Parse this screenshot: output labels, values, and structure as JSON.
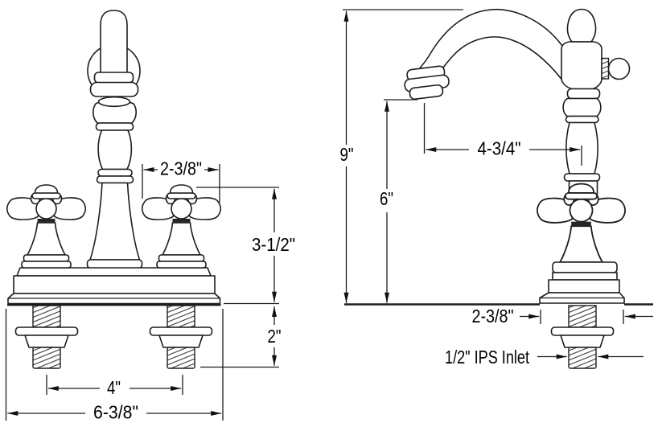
{
  "drawing": {
    "background_color": "#ffffff",
    "line_color": "#1d1d1d",
    "text_color": "#000000",
    "views": {
      "front": {
        "dims": {
          "handle_width": "2-3/8\"",
          "deck_to_handle_top": "3-1/2\"",
          "shank_length": "2\"",
          "shank_centers": "4\"",
          "base_width": "6-3/8\""
        }
      },
      "side": {
        "dims": {
          "overall_height": "9\"",
          "spout_height": "6\"",
          "spout_reach": "4-3/4\"",
          "base_depth": "2-3/8\"",
          "inlet": "1/2\" IPS Inlet"
        }
      }
    }
  }
}
